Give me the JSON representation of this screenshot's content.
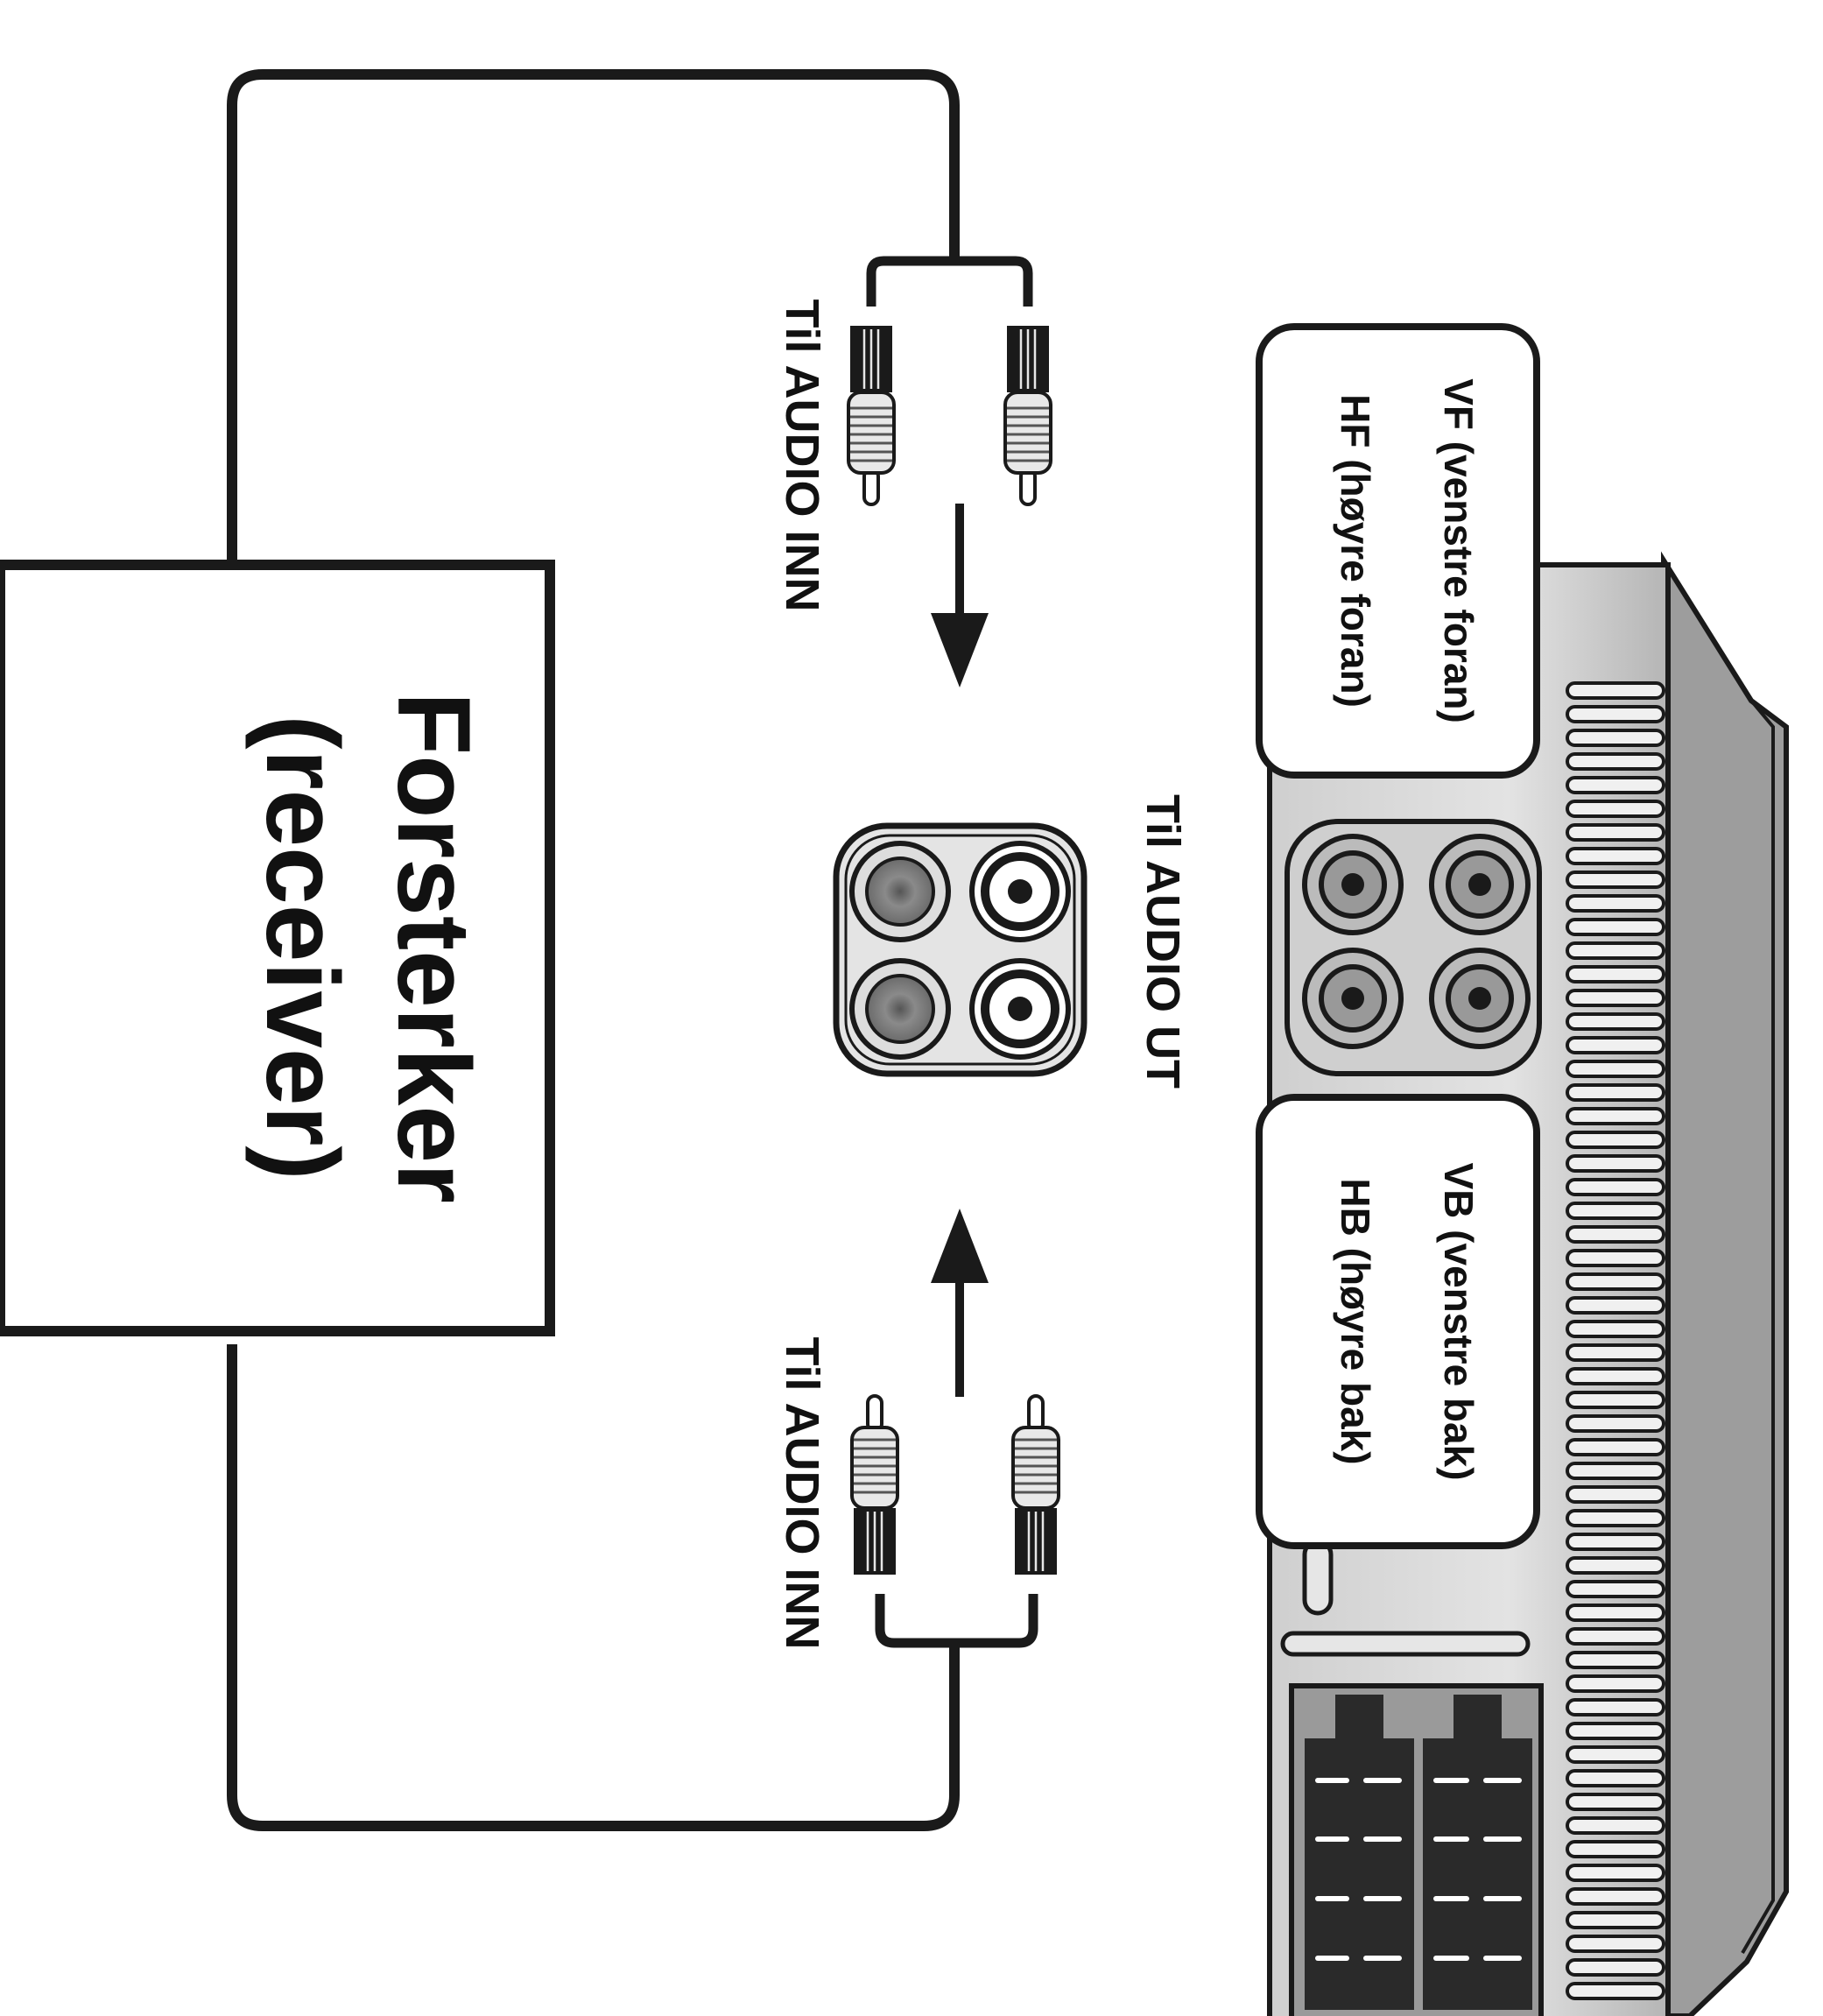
{
  "receiver": {
    "title": "Forsterker",
    "subtitle": "(receiver)"
  },
  "labels": {
    "audio_in_top": "Til AUDIO INN",
    "audio_in_bottom": "Til AUDIO INN",
    "audio_out": "Til AUDIO UT"
  },
  "front_box": {
    "line1": "VF (venstre foran)",
    "line2": "HF (høyre foran)"
  },
  "rear_box": {
    "line1": "VB (venstre bak)",
    "line2": "HB (høyre bak)"
  },
  "colors": {
    "line": "#1a1a1a",
    "panel": "#d8d8d8",
    "panel_dark": "#9a9a9a",
    "plug_body": "#e6e6e6"
  }
}
